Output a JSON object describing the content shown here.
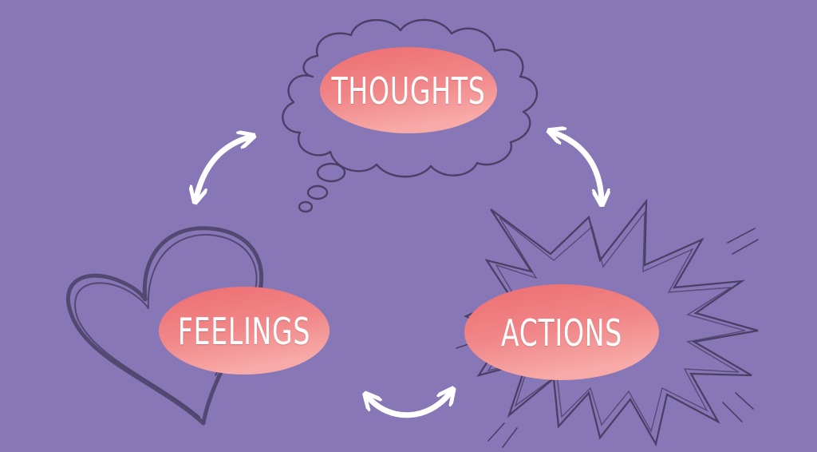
{
  "colors": {
    "background": "#8877b6",
    "ellipse_top": "#ee6f72",
    "ellipse_bottom": "#f7a5a5",
    "sketch": "#4a3f66",
    "arrow": "#ffffff"
  },
  "nodes": {
    "thoughts": {
      "label": "THOUGHTS",
      "icon": "thought-cloud-icon"
    },
    "feelings": {
      "label": "FEELINGS",
      "icon": "heart-icon"
    },
    "actions": {
      "label": "ACTIONS",
      "icon": "explosion-burst-icon"
    }
  },
  "arrows": [
    "double-arrow-icon",
    "double-arrow-icon",
    "double-arrow-icon"
  ]
}
